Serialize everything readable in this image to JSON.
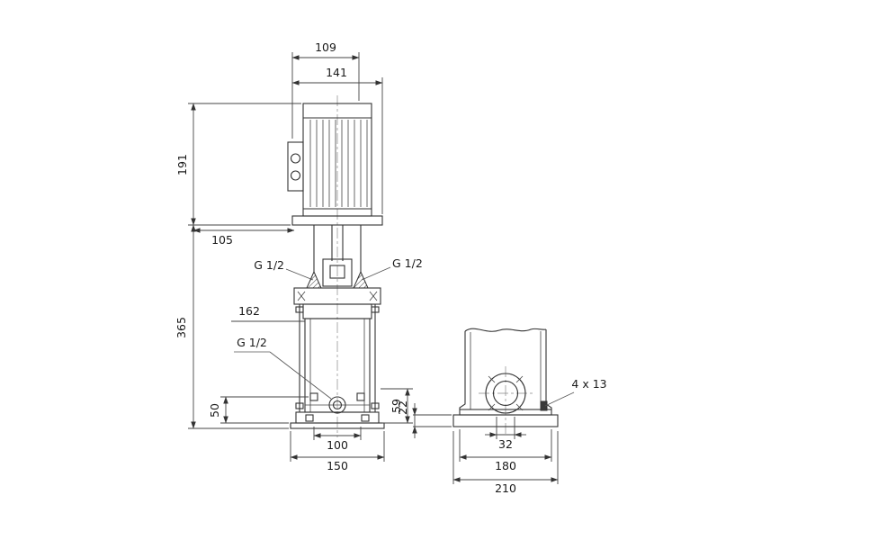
{
  "drawing": {
    "title": "pump-dimensional-drawing",
    "background": "#ffffff",
    "line_color": "#333333",
    "dims": {
      "motor_top_width": "109",
      "motor_flange_width": "141",
      "motor_height": "191",
      "offset_105": "105",
      "pump_height": "365",
      "port_top_left": "G 1/2",
      "port_top_right": "G 1/2",
      "sleeve_162": "162",
      "port_side": "G 1/2",
      "height_50": "50",
      "height_59": "59",
      "base_100": "100",
      "base_150": "150",
      "base_height_22": "22",
      "slots_4x13": "4 x 13",
      "port_spacing_32": "32",
      "base_180": "180",
      "base_210": "210"
    }
  }
}
